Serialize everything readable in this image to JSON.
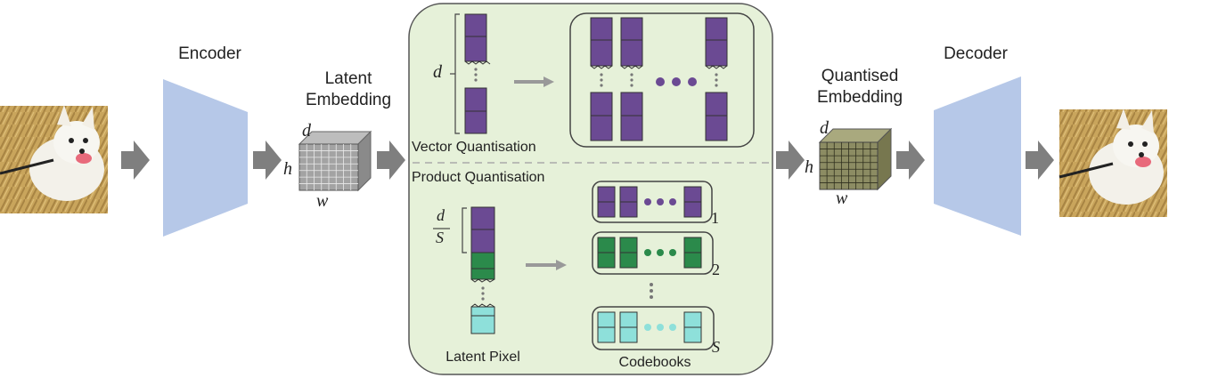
{
  "labels": {
    "encoder": "Encoder",
    "latent_embedding_l1": "Latent",
    "latent_embedding_l2": "Embedding",
    "vector_quantisation": "Vector Quantisation",
    "product_quantisation": "Product Quantisation",
    "latent_pixel": "Latent Pixel",
    "codebooks": "Codebooks",
    "quantised_embedding_l1": "Quantised",
    "quantised_embedding_l2": "Embedding",
    "decoder": "Decoder"
  },
  "symbols": {
    "d": "d",
    "h": "h",
    "w": "w",
    "frac_num": "d",
    "frac_den": "S",
    "codebook_1": "1",
    "codebook_2": "2",
    "codebook_s": "S"
  },
  "images": {
    "input": "white-dog-photo-icon",
    "output": "white-dog-photo-icon"
  },
  "colors": {
    "panel_fill": "#e6f1d9",
    "purple": "#6b4a93",
    "green": "#2b8a4b",
    "cyan": "#8ee0da",
    "encoder_blue": "#b6c8e8",
    "grid_cube": "#9a9a9a",
    "olive_cube": "#8c8c63",
    "arrow": "#7f7f7f"
  }
}
